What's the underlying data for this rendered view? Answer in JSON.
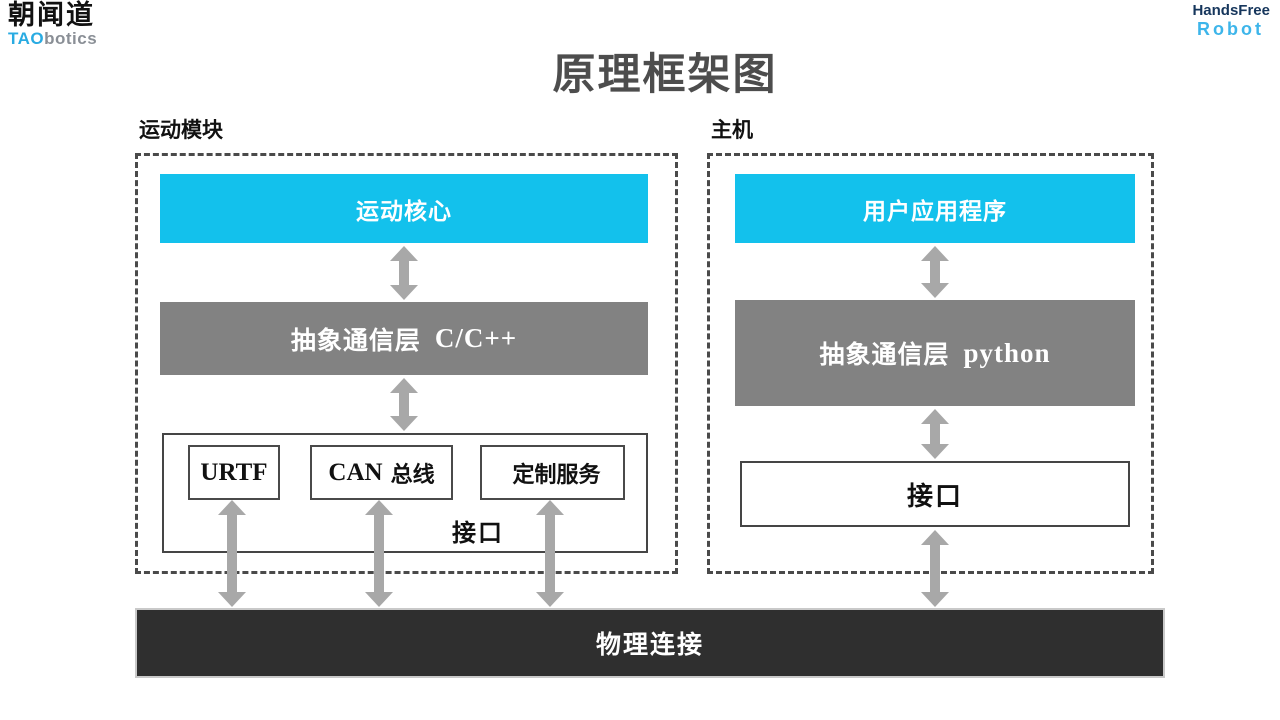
{
  "header": {
    "logo_left": {
      "line1": "朝闻道",
      "line2_accent": "TAO",
      "line2_rest": "botics"
    },
    "logo_right": {
      "line1": "HandsFree",
      "line2": "Robot"
    },
    "title": "原理框架图"
  },
  "diagram": {
    "left_group": {
      "label": "运动模块",
      "core_box": "运动核心",
      "comm_layer": {
        "zh": "抽象通信层",
        "en": "C/C++"
      },
      "interface": {
        "label": "接口",
        "items": [
          {
            "en": "URTF",
            "zh": ""
          },
          {
            "en": "CAN",
            "zh": "总线"
          },
          {
            "en": "",
            "zh": "定制服务"
          }
        ]
      }
    },
    "right_group": {
      "label": "主机",
      "app_box": "用户应用程序",
      "comm_layer": {
        "zh": "抽象通信层",
        "en": "python"
      },
      "interface_label": "接口"
    },
    "physical_layer": "物理连接"
  },
  "colors": {
    "accent_cyan": "#13c1ec",
    "box_gray": "#828282",
    "arrow_gray": "#a8a8a8",
    "dash_gray": "#4a4a4a",
    "dark_box": "#2f2f2f"
  }
}
